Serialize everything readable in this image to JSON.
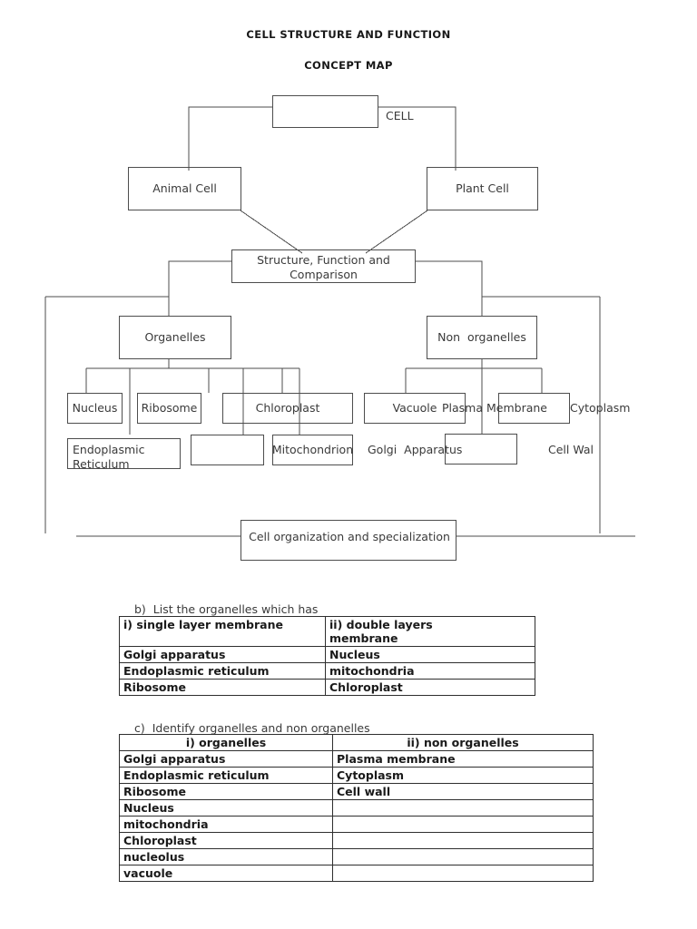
{
  "document": {
    "title_main": "CELL STRUCTURE AND FUNCTION",
    "title_sub": "CONCEPT MAP"
  },
  "concept_map": {
    "nodes": [
      {
        "id": "cell",
        "label": ""
      },
      {
        "id": "cell_outside",
        "label": "CELL"
      },
      {
        "id": "animal_cell",
        "label": "Animal Cell"
      },
      {
        "id": "plant_cell",
        "label": "Plant Cell"
      },
      {
        "id": "structure",
        "label": "Structure, Function and\nComparison"
      },
      {
        "id": "organelles",
        "label": "Organelles"
      },
      {
        "id": "non_organelles",
        "label": "Non  organelles"
      },
      {
        "id": "nucleus",
        "label": "Nucleus"
      },
      {
        "id": "ribosome",
        "label": "Ribosome"
      },
      {
        "id": "chloroplast",
        "label": "Chloroplast"
      },
      {
        "id": "vacuole",
        "label": "Vacuole"
      },
      {
        "id": "plasma_membrane",
        "label": "Plasma Membrane"
      },
      {
        "id": "cytoplasm",
        "label": "Cytoplasm"
      },
      {
        "id": "endoplasmic",
        "label": "Endoplasmic\nReticulum"
      },
      {
        "id": "mitochondrion",
        "label": "Mitochondrion"
      },
      {
        "id": "golgi",
        "label": "Golgi  Apparatus"
      },
      {
        "id": "cell_wall",
        "label": "Cell Wal"
      },
      {
        "id": "cell_org",
        "label": "Cell organization and specialization"
      }
    ]
  },
  "question_b": {
    "caption": "b)  List the organelles which has",
    "headers": [
      "i) single layer membrane",
      "ii) double layers\nmembrane"
    ],
    "rows": [
      [
        "Golgi apparatus",
        "Nucleus"
      ],
      [
        "Endoplasmic reticulum",
        "mitochondria"
      ],
      [
        "Ribosome",
        "Chloroplast"
      ]
    ]
  },
  "question_c": {
    "caption": "c)  Identify organelles and non organelles",
    "headers": [
      "i) organelles",
      "ii) non organelles"
    ],
    "rows": [
      [
        "Golgi apparatus",
        "Plasma membrane"
      ],
      [
        "Endoplasmic reticulum",
        "Cytoplasm"
      ],
      [
        "Ribosome",
        "Cell wall"
      ],
      [
        "Nucleus",
        ""
      ],
      [
        "mitochondria",
        ""
      ],
      [
        "Chloroplast",
        ""
      ],
      [
        "nucleolus",
        ""
      ],
      [
        "vacuole",
        ""
      ]
    ]
  }
}
